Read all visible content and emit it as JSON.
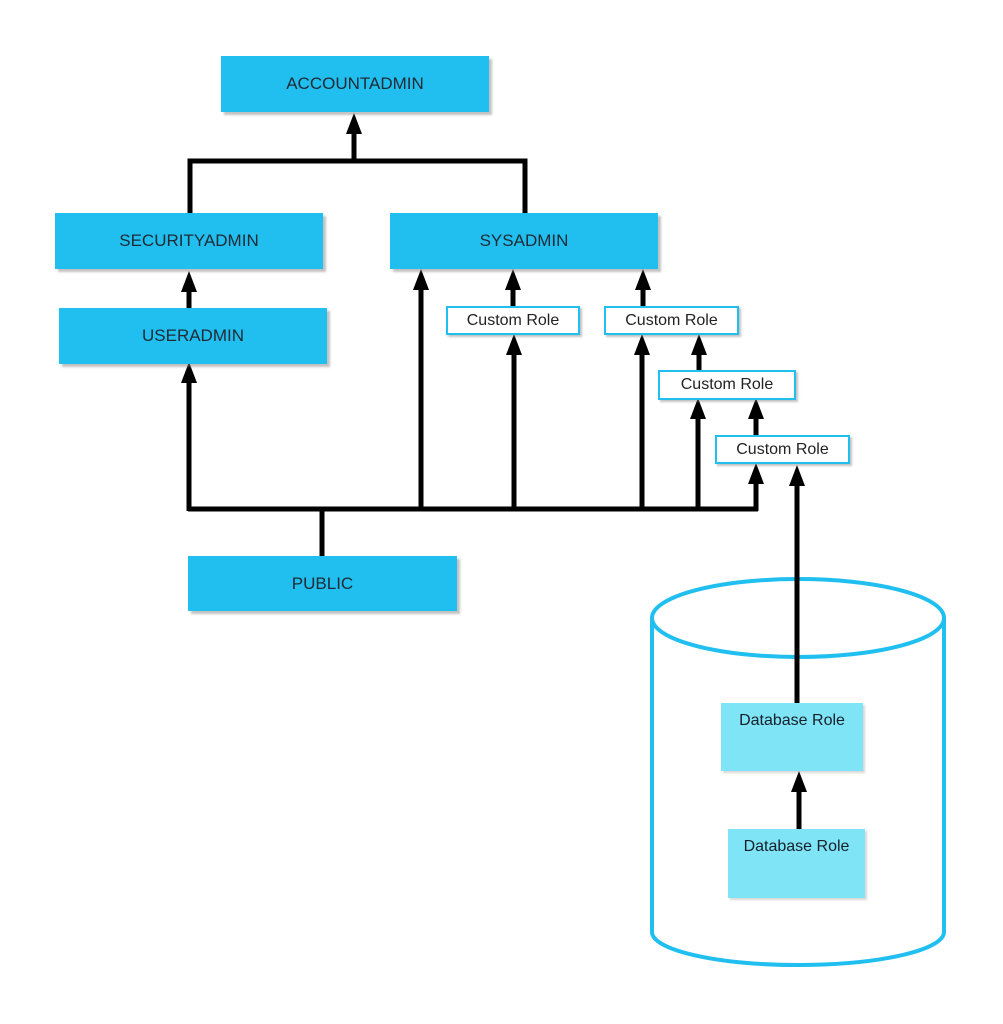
{
  "colors": {
    "system_role_fill": "#21bff0",
    "custom_role_border": "#21bff0",
    "database_role_fill": "#7ee4f6",
    "database_outline": "#21bff0",
    "connector": "#000000"
  },
  "roles": {
    "accountadmin": "ACCOUNTADMIN",
    "securityadmin": "SECURITYADMIN",
    "sysadmin": "SYSADMIN",
    "useradmin": "USERADMIN",
    "public": "PUBLIC"
  },
  "custom_roles": [
    "Custom Role",
    "Custom Role",
    "Custom Role",
    "Custom Role"
  ],
  "database": {
    "icon": "database-cylinder-icon",
    "roles": [
      "Database Role",
      "Database Role"
    ]
  }
}
